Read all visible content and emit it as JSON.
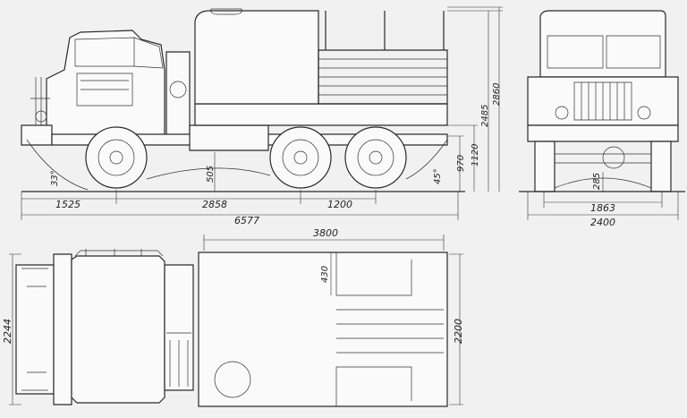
{
  "dimensions": {
    "front_overhang": "1525",
    "wheelbase_front": "2858",
    "wheelbase_rear": "1200",
    "overall_length": "6577",
    "approach_angle": "33°",
    "departure_angle": "45°",
    "ground_clearance_side": "505",
    "platform_height": "970",
    "frame_height": "1120",
    "cab_height": "2485",
    "overall_height": "2860",
    "track": "1863",
    "overall_width": "2400",
    "axle_clearance": "285",
    "body_length": "3800",
    "body_offset": "430",
    "body_width": "2200",
    "cab_width": "2244"
  }
}
